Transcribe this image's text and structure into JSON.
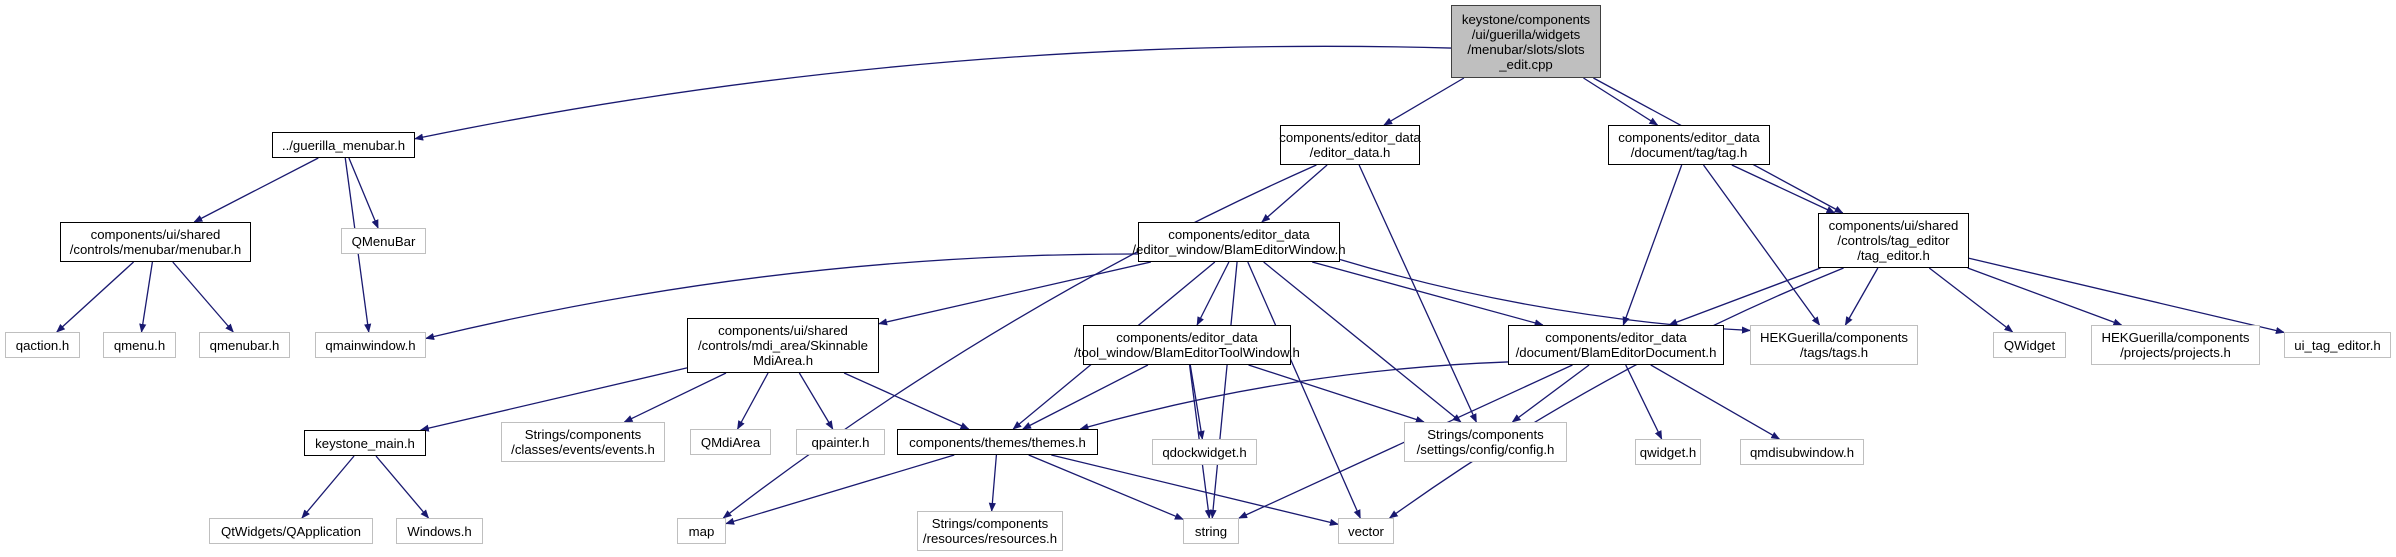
{
  "diagram": {
    "type": "include-dependency-graph",
    "edge_color": "#191970",
    "colors": {
      "root_fill": "#bfbfbf",
      "local_border": "#000000",
      "system_border": "#bfbfbf"
    },
    "nodes": [
      {
        "id": "root",
        "kind": "root",
        "label": "keystone/components\n/ui/guerilla/widgets\n/menubar/slots/slots\n_edit.cpp"
      },
      {
        "id": "guerilla_menubar",
        "kind": "local",
        "label": "../guerilla_menubar.h"
      },
      {
        "id": "editor_data",
        "kind": "local",
        "label": "components/editor_data\n/editor_data.h"
      },
      {
        "id": "tag",
        "kind": "local",
        "label": "components/editor_data\n/document/tag/tag.h"
      },
      {
        "id": "tag_editor",
        "kind": "local",
        "label": "components/ui/shared\n/controls/tag_editor\n/tag_editor.h"
      },
      {
        "id": "menubar",
        "kind": "local",
        "label": "components/ui/shared\n/controls/menubar/menubar.h"
      },
      {
        "id": "qmenubar_cls",
        "kind": "system",
        "label": "QMenuBar"
      },
      {
        "id": "blam_window",
        "kind": "local",
        "label": "components/editor_data\n/editor_window/BlamEditorWindow.h"
      },
      {
        "id": "qaction",
        "kind": "system",
        "label": "qaction.h"
      },
      {
        "id": "qmenu",
        "kind": "system",
        "label": "qmenu.h"
      },
      {
        "id": "qmenubar",
        "kind": "system",
        "label": "qmenubar.h"
      },
      {
        "id": "qmainwindow",
        "kind": "system",
        "label": "qmainwindow.h"
      },
      {
        "id": "skinnable",
        "kind": "local",
        "label": "components/ui/shared\n/controls/mdi_area/Skinnable\nMdiArea.h"
      },
      {
        "id": "tool_window",
        "kind": "local",
        "label": "components/editor_data\n/tool_window/BlamEditorToolWindow.h"
      },
      {
        "id": "blam_doc",
        "kind": "local",
        "label": "components/editor_data\n/document/BlamEditorDocument.h"
      },
      {
        "id": "tags",
        "kind": "system",
        "label": "HEKGuerilla/components\n/tags/tags.h"
      },
      {
        "id": "qwidget_cls",
        "kind": "system",
        "label": "QWidget"
      },
      {
        "id": "projects",
        "kind": "system",
        "label": "HEKGuerilla/components\n/projects/projects.h"
      },
      {
        "id": "ui_tag_editor",
        "kind": "system",
        "label": "ui_tag_editor.h"
      },
      {
        "id": "keystone_main",
        "kind": "local",
        "label": "keystone_main.h"
      },
      {
        "id": "events",
        "kind": "system",
        "label": "Strings/components\n/classes/events/events.h"
      },
      {
        "id": "qmdiarea",
        "kind": "system",
        "label": "QMdiArea"
      },
      {
        "id": "qpainter",
        "kind": "system",
        "label": "qpainter.h"
      },
      {
        "id": "themes",
        "kind": "local",
        "label": "components/themes/themes.h"
      },
      {
        "id": "qdockwidget",
        "kind": "system",
        "label": "qdockwidget.h"
      },
      {
        "id": "config",
        "kind": "system",
        "label": "Strings/components\n/settings/config/config.h"
      },
      {
        "id": "qwidget",
        "kind": "system",
        "label": "qwidget.h"
      },
      {
        "id": "qmdisubwindow",
        "kind": "system",
        "label": "qmdisubwindow.h"
      },
      {
        "id": "qapplication",
        "kind": "system",
        "label": "QtWidgets/QApplication"
      },
      {
        "id": "windows",
        "kind": "system",
        "label": "Windows.h"
      },
      {
        "id": "map",
        "kind": "system",
        "label": "map"
      },
      {
        "id": "resources",
        "kind": "system",
        "label": "Strings/components\n/resources/resources.h"
      },
      {
        "id": "string",
        "kind": "system",
        "label": "string"
      },
      {
        "id": "vector",
        "kind": "system",
        "label": "vector"
      }
    ],
    "edges": [
      [
        "root",
        "guerilla_menubar"
      ],
      [
        "root",
        "editor_data"
      ],
      [
        "root",
        "tag"
      ],
      [
        "root",
        "tag_editor"
      ],
      [
        "guerilla_menubar",
        "menubar"
      ],
      [
        "guerilla_menubar",
        "qmenubar_cls"
      ],
      [
        "guerilla_menubar",
        "qmainwindow"
      ],
      [
        "menubar",
        "qaction"
      ],
      [
        "menubar",
        "qmenu"
      ],
      [
        "menubar",
        "qmenubar"
      ],
      [
        "editor_data",
        "blam_window"
      ],
      [
        "editor_data",
        "map"
      ],
      [
        "editor_data",
        "config"
      ],
      [
        "tag",
        "tag_editor"
      ],
      [
        "tag",
        "blam_doc"
      ],
      [
        "tag",
        "tags"
      ],
      [
        "tag_editor",
        "blam_doc"
      ],
      [
        "tag_editor",
        "tags"
      ],
      [
        "tag_editor",
        "qwidget_cls"
      ],
      [
        "tag_editor",
        "projects"
      ],
      [
        "tag_editor",
        "ui_tag_editor"
      ],
      [
        "tag_editor",
        "vector"
      ],
      [
        "blam_window",
        "qmainwindow"
      ],
      [
        "blam_window",
        "skinnable"
      ],
      [
        "blam_window",
        "tool_window"
      ],
      [
        "blam_window",
        "blam_doc"
      ],
      [
        "blam_window",
        "tags"
      ],
      [
        "blam_window",
        "themes"
      ],
      [
        "blam_window",
        "config"
      ],
      [
        "blam_window",
        "string"
      ],
      [
        "blam_window",
        "vector"
      ],
      [
        "skinnable",
        "keystone_main"
      ],
      [
        "skinnable",
        "events"
      ],
      [
        "skinnable",
        "qmdiarea"
      ],
      [
        "skinnable",
        "qpainter"
      ],
      [
        "skinnable",
        "themes"
      ],
      [
        "tool_window",
        "themes"
      ],
      [
        "tool_window",
        "qdockwidget"
      ],
      [
        "tool_window",
        "config"
      ],
      [
        "tool_window",
        "string"
      ],
      [
        "blam_doc",
        "themes"
      ],
      [
        "blam_doc",
        "config"
      ],
      [
        "blam_doc",
        "qwidget"
      ],
      [
        "blam_doc",
        "qmdisubwindow"
      ],
      [
        "blam_doc",
        "string"
      ],
      [
        "keystone_main",
        "qapplication"
      ],
      [
        "keystone_main",
        "windows"
      ],
      [
        "themes",
        "map"
      ],
      [
        "themes",
        "resources"
      ],
      [
        "themes",
        "string"
      ],
      [
        "themes",
        "vector"
      ]
    ]
  }
}
